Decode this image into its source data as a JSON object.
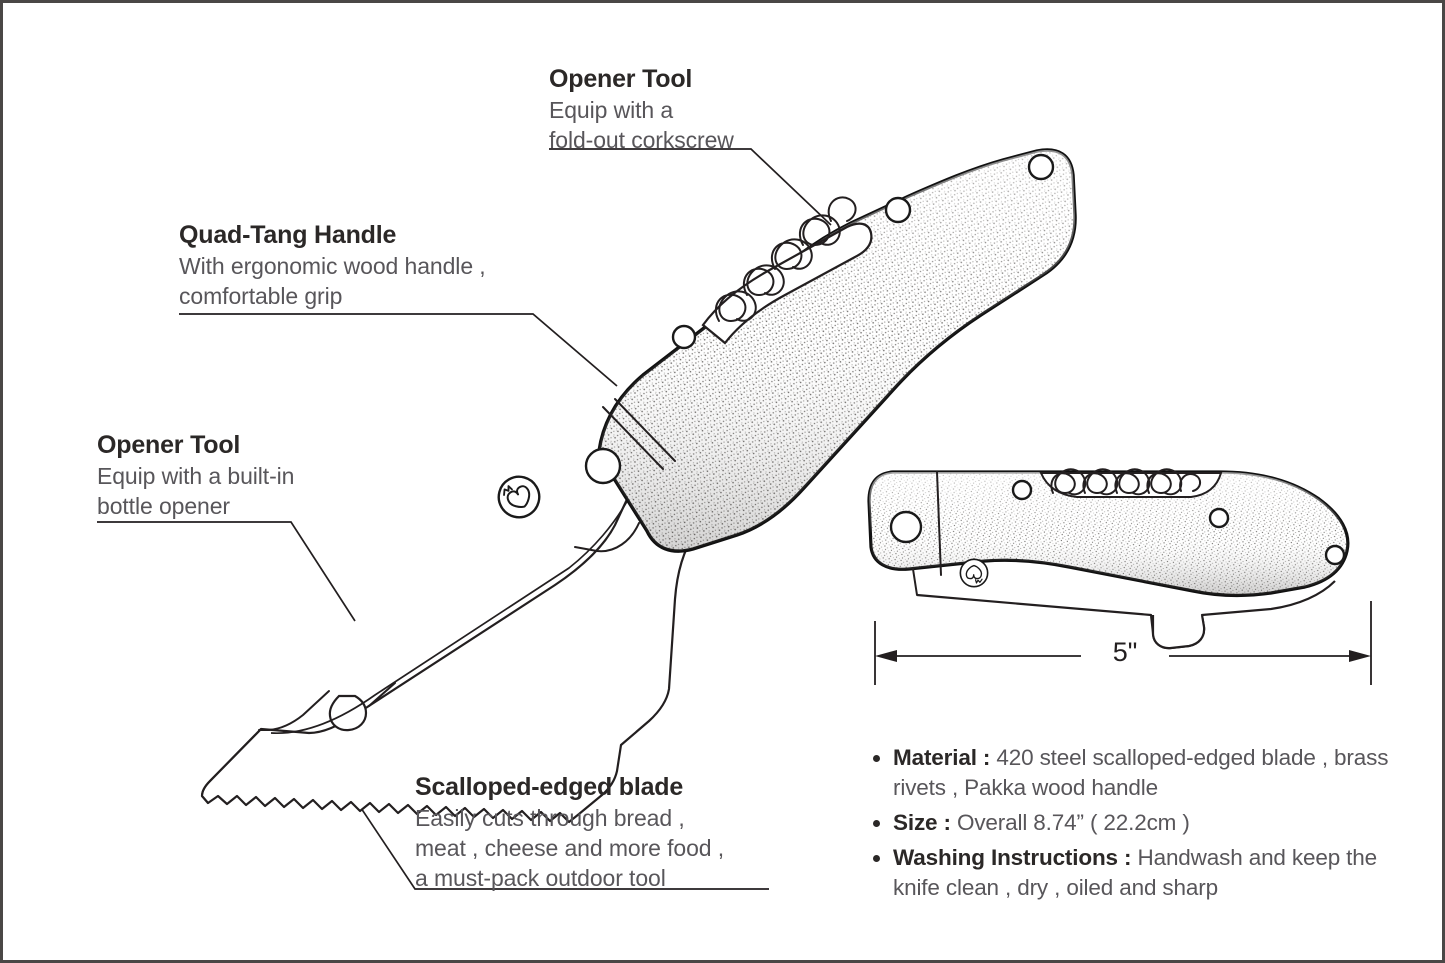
{
  "document": {
    "type": "product-infographic",
    "subject": "folding scalloped-edged outdoor knife",
    "background_color": "#ffffff",
    "border_color": "#4a4746",
    "heading_color": "#2b2827",
    "body_color": "#58565a",
    "line_color": "#231f20"
  },
  "callouts": [
    {
      "id": "opener-top",
      "title": "Opener Tool",
      "lines": [
        "Equip with a",
        "fold-out corkscrew"
      ]
    },
    {
      "id": "quad-tang-handle",
      "title": "Quad-Tang Handle",
      "lines": [
        "With ergonomic wood handle ,",
        "comfortable grip"
      ]
    },
    {
      "id": "opener-left",
      "title": "Opener Tool",
      "lines": [
        "Equip with a built-in",
        "bottle opener"
      ]
    },
    {
      "id": "scalloped-blade",
      "title": "Scalloped-edged blade",
      "lines": [
        "Easily cuts through bread ,",
        "meat , cheese and more food ,",
        "a must-pack outdoor tool"
      ]
    }
  ],
  "dimension": {
    "label": "5\"",
    "icon": "double-arrow-dimension-line"
  },
  "specs": [
    {
      "label": "Material :",
      "value": "420 steel scalloped-edged blade , brass rivets , Pakka wood handle"
    },
    {
      "label": "Size :",
      "value": "Overall 8.74” ( 22.2cm )"
    },
    {
      "label": "Washing Instructions :",
      "value": "Handwash and keep the knife clean , dry , oiled and sharp"
    }
  ],
  "illustrations": {
    "main_knife": {
      "name": "open-knife-illustration",
      "parts": [
        "scalloped-blade",
        "bottle-opener-notch",
        "brand-logo-stamp",
        "pivot-rivet",
        "wood-handle",
        "fold-out-corkscrew",
        "handle-rivets"
      ]
    },
    "folded_knife": {
      "name": "folded-knife-illustration",
      "parts": [
        "wood-handle",
        "inline-corkscrew",
        "folded-blade",
        "bottle-opener-notch",
        "brand-logo-stamp",
        "handle-rivets"
      ]
    },
    "logo": {
      "name": "brand-logo-icon",
      "description": "circular badge with two overlapping leaves and crown"
    }
  }
}
